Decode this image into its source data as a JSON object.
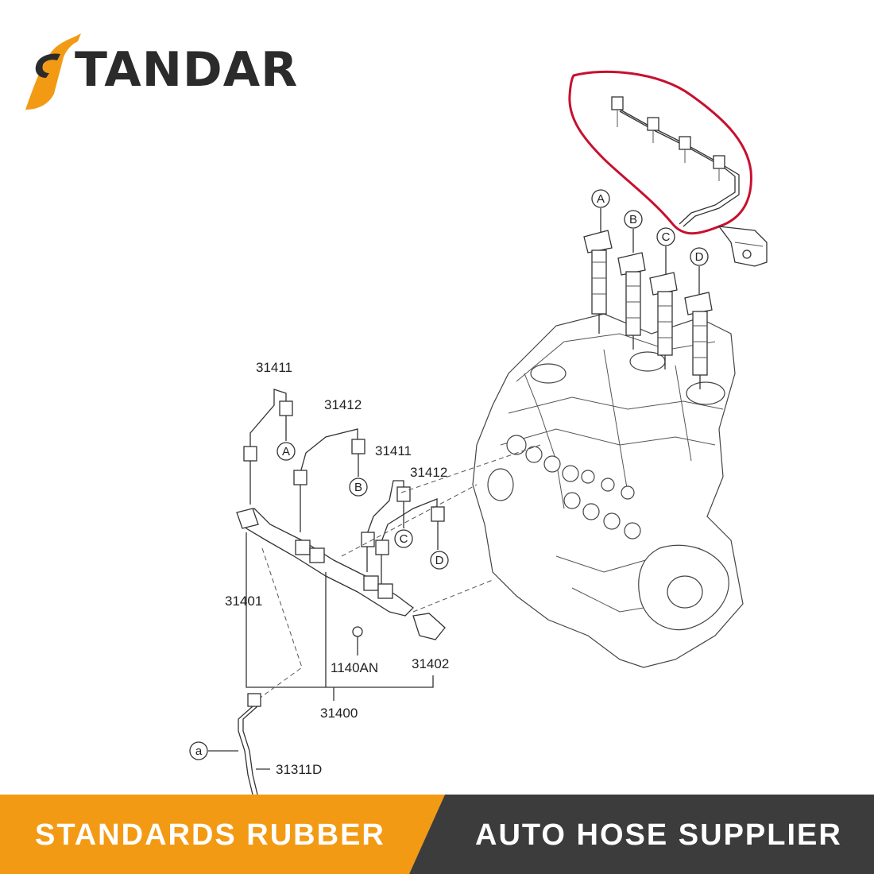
{
  "logo": {
    "text": "TANDAR"
  },
  "labels": {
    "p31411a": "31411",
    "p31412a": "31412",
    "p31411b": "31411",
    "p31412b": "31412",
    "p31401": "31401",
    "p1140AN": "1140AN",
    "p31402": "31402",
    "p31400": "31400",
    "p31311D": "31311D"
  },
  "markers": {
    "A": "A",
    "B": "B",
    "C": "C",
    "D": "D",
    "a": "a"
  },
  "banner": {
    "left": "STANDARDS RUBBER",
    "right": "AUTO HOSE SUPPLIER"
  },
  "colors": {
    "brand_orange": "#f39a14",
    "banner_dark": "#3c3c3c",
    "highlight_red": "#c8102e"
  }
}
